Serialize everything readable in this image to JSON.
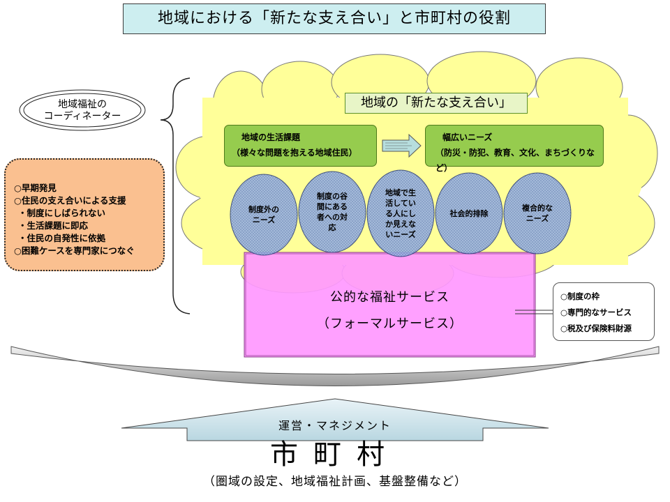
{
  "title": "地域における「新たな支え合い」と市町村の役割",
  "coordinator": {
    "line1": "地域福祉の",
    "line2": "コーディネーター"
  },
  "role_box": {
    "items": [
      "○早期発見",
      "○住民の支え合いによる支援",
      "・制度にしばられない",
      "・生活課題に即応",
      "・住民の自発性に依拠",
      "○困難ケースを専門家につなぐ"
    ]
  },
  "cloud": {
    "label": "地域の「新たな支え合い」",
    "issue": {
      "title": "地域の生活課題",
      "sub": "（様々な問題を抱える地域住民）"
    },
    "wide": {
      "title": "幅広いニーズ",
      "sub": "（防災・防犯、教育、文化、まちづくりなど）"
    },
    "ellipses": [
      [
        "制度外の",
        "ニーズ"
      ],
      [
        "制度の谷",
        "間にある",
        "者への対",
        "応"
      ],
      [
        "地域で生",
        "活してい",
        "る人にし",
        "か見えな",
        "いニーズ"
      ],
      [
        "社会的排除"
      ],
      [
        "複合的な",
        "ニーズ"
      ]
    ]
  },
  "formal": {
    "line1": "公的な福祉サービス",
    "line2": "（フォーマルサービス）",
    "items": [
      "○制度の枠",
      "○専門的なサービス",
      "○税及び保険料財源"
    ]
  },
  "municipality": {
    "arrow_label": "運営・マネジメント",
    "title": "市町村",
    "sub": "（圏域の設定、地域福祉計画、基盤整備など）"
  },
  "colors": {
    "cloud_fill": "#ffff99",
    "formal_fill": "#ff99ff",
    "ellipse_fill": "#8ea9db",
    "green_box": "#96cc4e",
    "orange_box": "#fac090",
    "title_fill": "#cdeef0"
  }
}
